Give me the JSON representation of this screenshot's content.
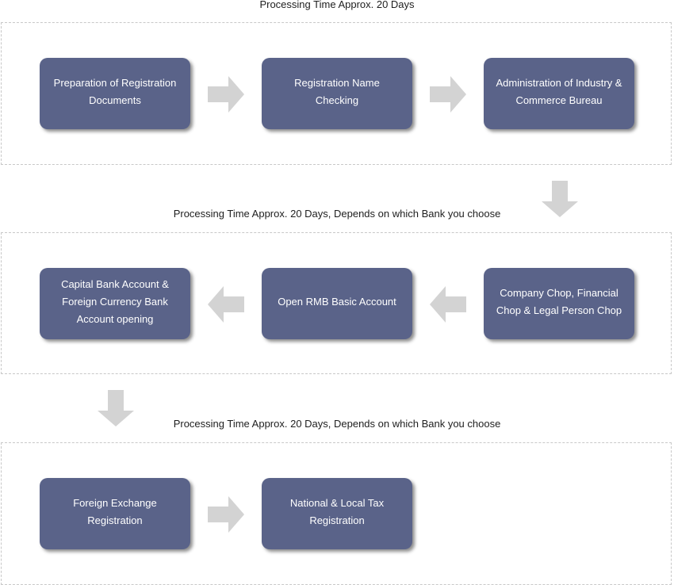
{
  "captions": {
    "stage1": "Processing Time Approx. 20 Days",
    "stage2": "Processing Time Approx. 20 Days, Depends on which Bank you choose",
    "stage3": "Processing Time Approx. 20 Days, Depends on which Bank you choose"
  },
  "steps": {
    "preparation": "Preparation of Registration\nDocuments",
    "name_checking": "Registration Name\nChecking",
    "aic_bureau": "Administration of Industry &\nCommerce Bureau",
    "company_chop": "Company Chop, Financial\nChop & Legal Person Chop",
    "rmb_account": "Open RMB Basic Account",
    "capital_account": "Capital Bank Account &\nForeign Currency Bank\nAccount opening",
    "forex_registration": "Foreign Exchange\nRegistration",
    "tax_registration": "National & Local Tax\nRegistration"
  },
  "colors": {
    "box": "#5a6389",
    "arrow": "#d3d3d3",
    "stage_border": "#c8c8c8"
  },
  "icons": {
    "flow_arrow": "arrow-icon"
  }
}
